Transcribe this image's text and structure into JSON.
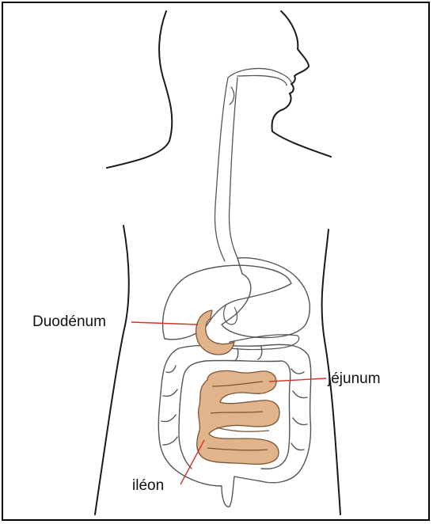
{
  "labels": {
    "duodenum": "Duodénum",
    "jejunum": "jéjunum",
    "ileon": "iléon"
  },
  "colors": {
    "outline": "#1a1a1a",
    "organ_outline": "#555555",
    "intestine_fill": "#e2b48c",
    "intestine_stroke": "#7a5535",
    "leader_line": "#d6332a"
  }
}
